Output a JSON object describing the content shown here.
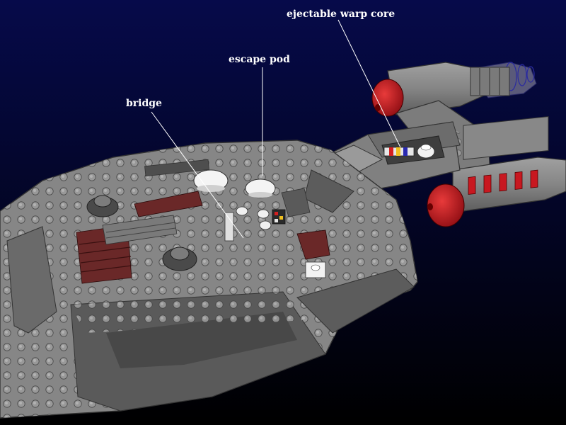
{
  "callouts": {
    "bridge": "bridge",
    "escape_pod": "escape pod",
    "warp_core": "ejectable warp core"
  },
  "colors": {
    "space_top": "#060a4a",
    "space_bottom": "#000000",
    "hull": "#878787",
    "hull_dark": "#5a5a5a",
    "plate_dark_red": "#6a2828",
    "nacelle_cap_red": "#c81820",
    "callout_text": "#ffffff"
  },
  "icons": {
    "ship": "lego-starship-model",
    "nacelle": "warp-nacelle"
  }
}
